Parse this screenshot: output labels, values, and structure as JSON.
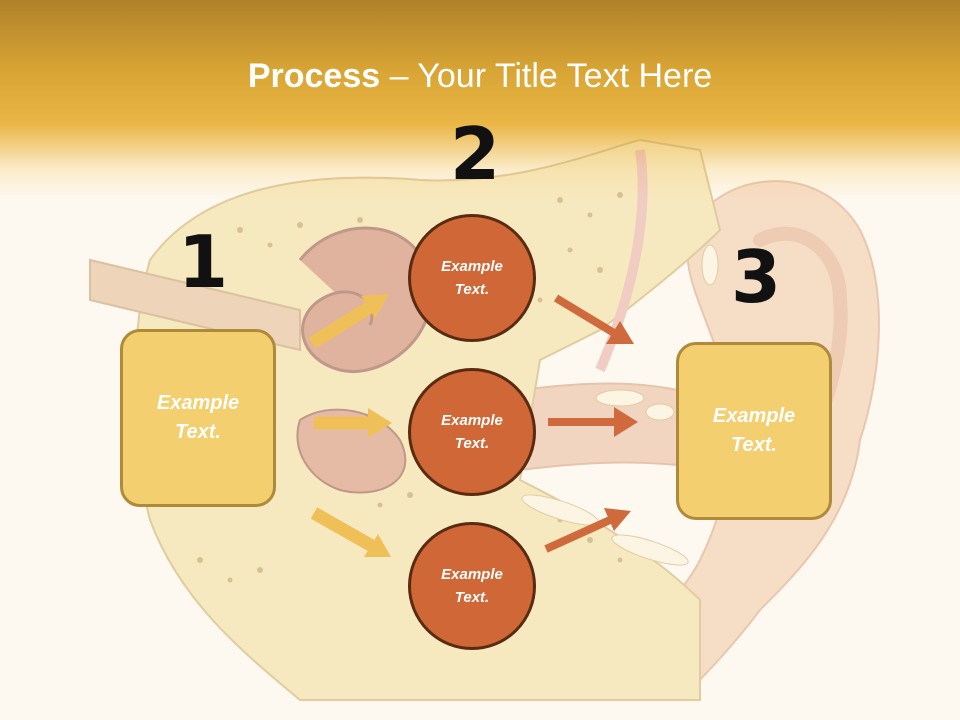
{
  "slide": {
    "title_bold": "Process",
    "title_rest": " – Your Title Text Here",
    "step_numbers": [
      "1",
      "2",
      "3"
    ],
    "left_box": {
      "line1": "Example",
      "line2": "Text."
    },
    "right_box": {
      "line1": "Example",
      "line2": "Text."
    },
    "circles": [
      {
        "line1": "Example",
        "line2": "Text."
      },
      {
        "line1": "Example",
        "line2": "Text."
      },
      {
        "line1": "Example",
        "line2": "Text."
      }
    ]
  },
  "colors": {
    "header_gold": "#e8b444",
    "box_fill": "#f4cf6f",
    "box_border": "#b08a3b",
    "circle_fill": "#cf6736",
    "circle_border": "#5a2b12",
    "arrow_yellow": "#f0c058",
    "arrow_orange": "#cf6a3c"
  }
}
